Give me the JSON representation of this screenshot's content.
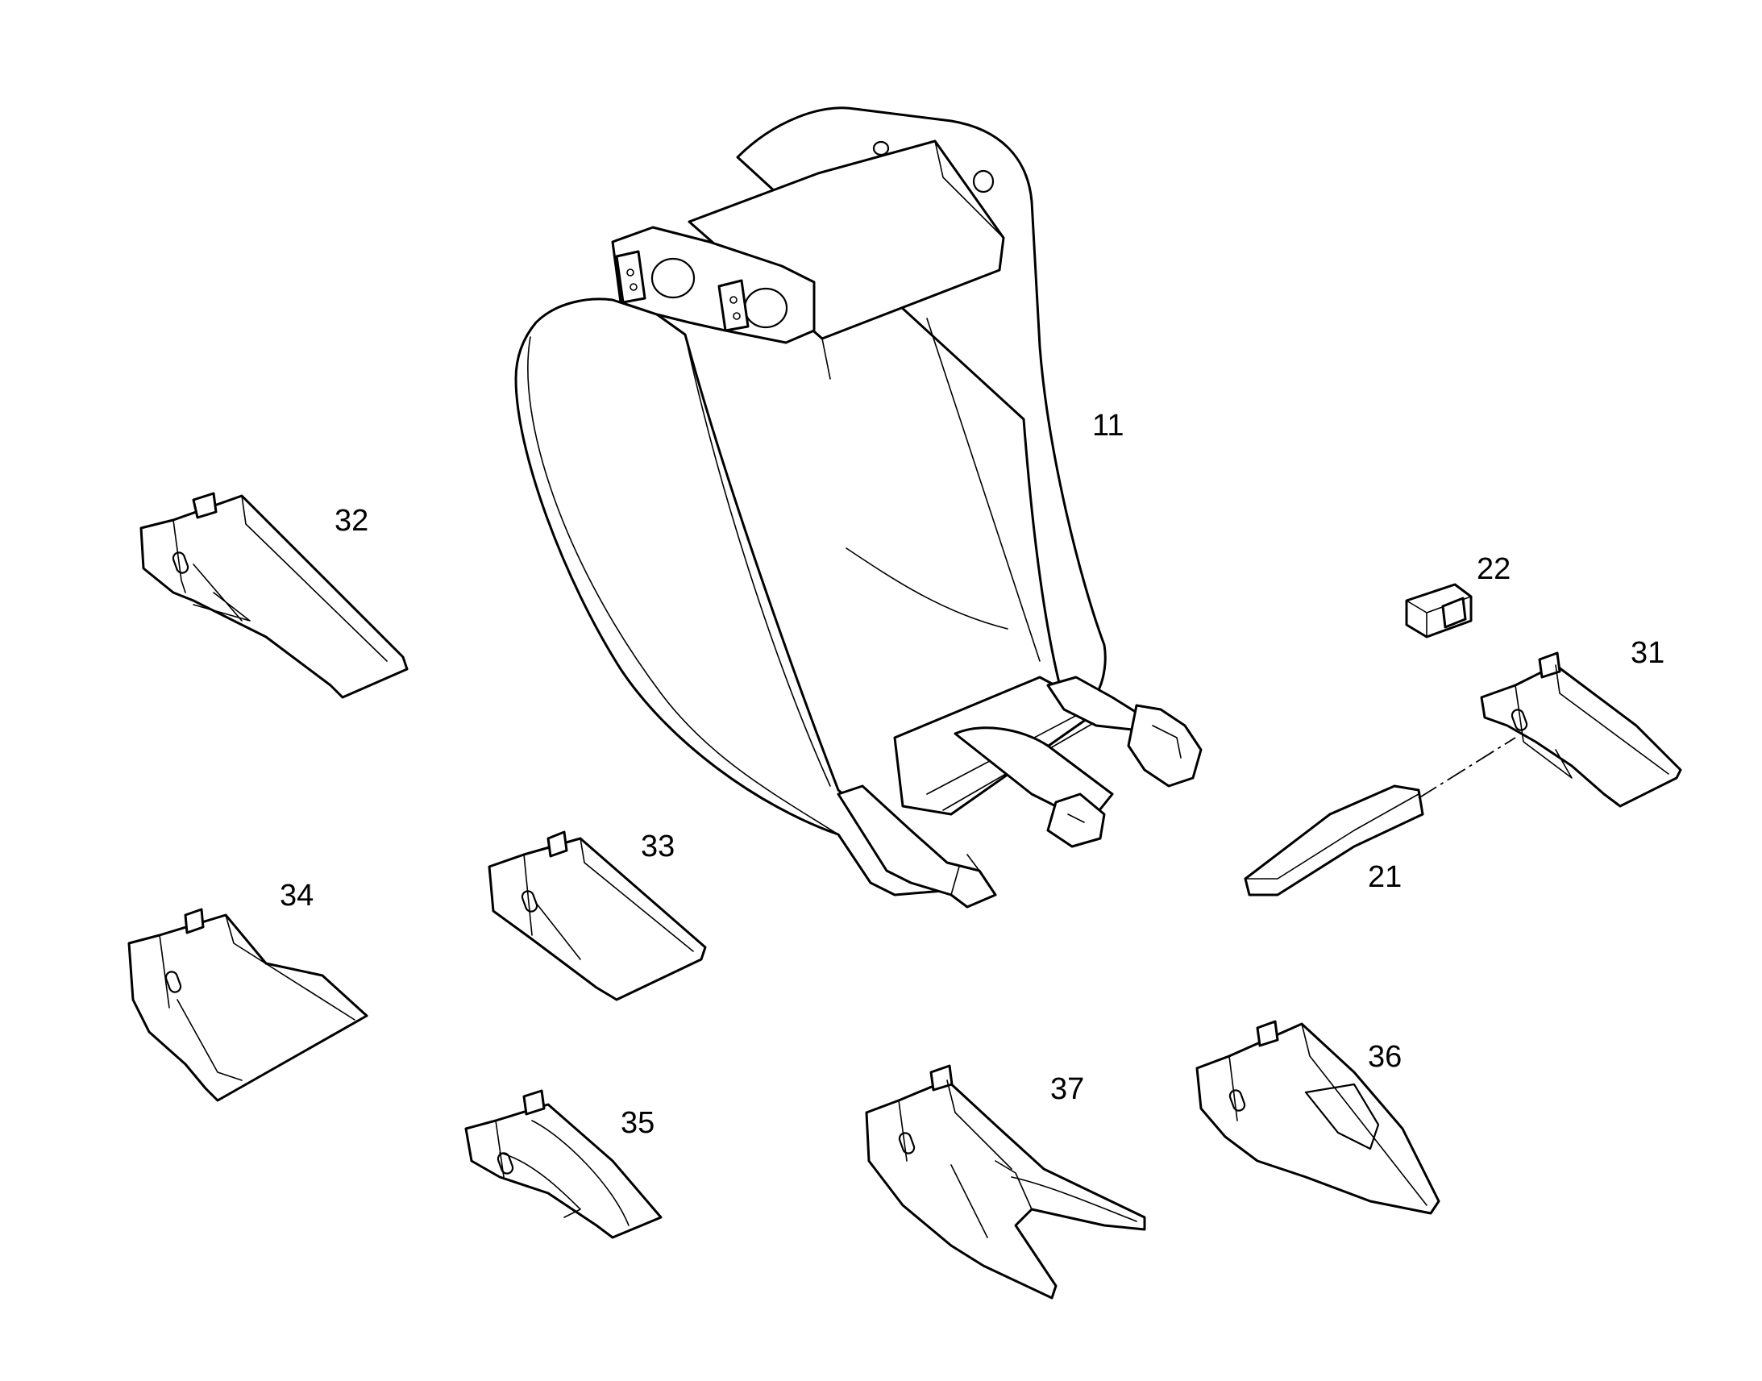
{
  "diagram": {
    "colors": {
      "line": "#000000",
      "background": "#ffffff"
    },
    "parts": [
      {
        "id": "11",
        "label": "11"
      },
      {
        "id": "21",
        "label": "21"
      },
      {
        "id": "22",
        "label": "22"
      },
      {
        "id": "31",
        "label": "31"
      },
      {
        "id": "32",
        "label": "32"
      },
      {
        "id": "33",
        "label": "33"
      },
      {
        "id": "34",
        "label": "34"
      },
      {
        "id": "35",
        "label": "35"
      },
      {
        "id": "36",
        "label": "36"
      },
      {
        "id": "37",
        "label": "37"
      }
    ]
  }
}
